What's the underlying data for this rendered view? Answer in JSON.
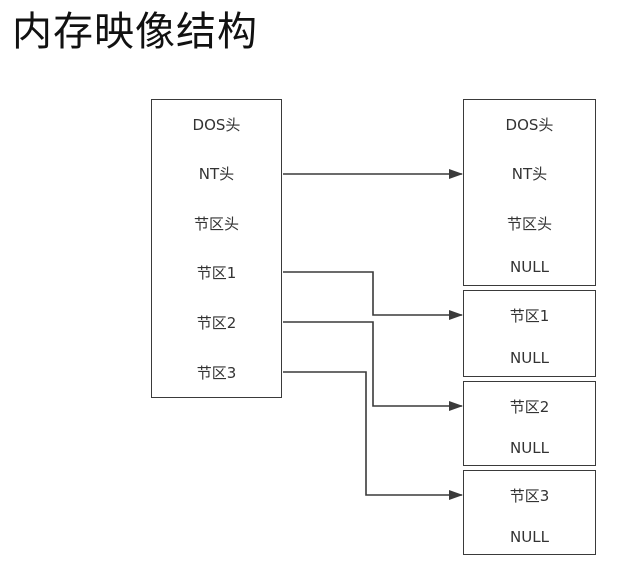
{
  "title": "内存映像结构",
  "left_column": [
    "DOS头",
    "NT头",
    "节区头",
    "节区1",
    "节区2",
    "节区3"
  ],
  "right_groups": [
    [
      "DOS头",
      "NT头",
      "节区头",
      "NULL"
    ],
    [
      "节区1",
      "NULL"
    ],
    [
      "节区2",
      "NULL"
    ],
    [
      "节区3",
      "NULL"
    ]
  ]
}
